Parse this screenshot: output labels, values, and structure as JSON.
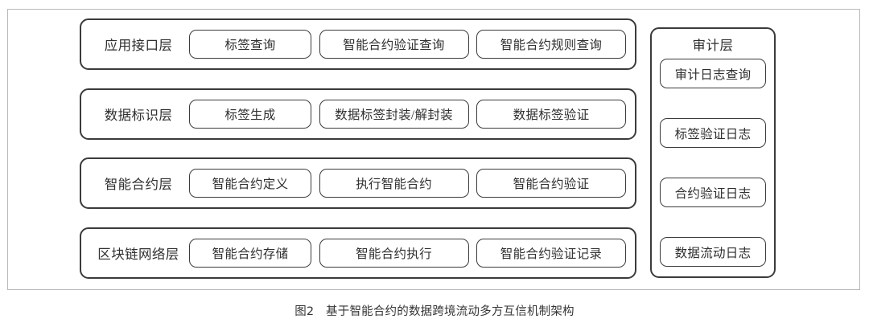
{
  "figure": {
    "caption": "图2　基于智能合约的数据跨境流动多方互信机制架构",
    "colors": {
      "outer_border": "#b9b9bd",
      "box_border": "#3b3b3b",
      "text": "#2f2f2f",
      "background": "#ffffff"
    }
  },
  "layers": [
    {
      "title": "应用接口层",
      "cells": [
        "标签查询",
        "智能合约验证查询",
        "智能合约规则查询"
      ]
    },
    {
      "title": "数据标识层",
      "cells": [
        "标签生成",
        "数据标签封装/解封装",
        "数据标签验证"
      ]
    },
    {
      "title": "智能合约层",
      "cells": [
        "智能合约定义",
        "执行智能合约",
        "智能合约验证"
      ]
    },
    {
      "title": "区块链网络层",
      "cells": [
        "智能合约存储",
        "智能合约执行",
        "智能合约验证记录"
      ]
    }
  ],
  "audit": {
    "title": "审计层",
    "items": [
      "审计日志查询",
      "标签验证日志",
      "合约验证日志",
      "数据流动日志"
    ]
  }
}
